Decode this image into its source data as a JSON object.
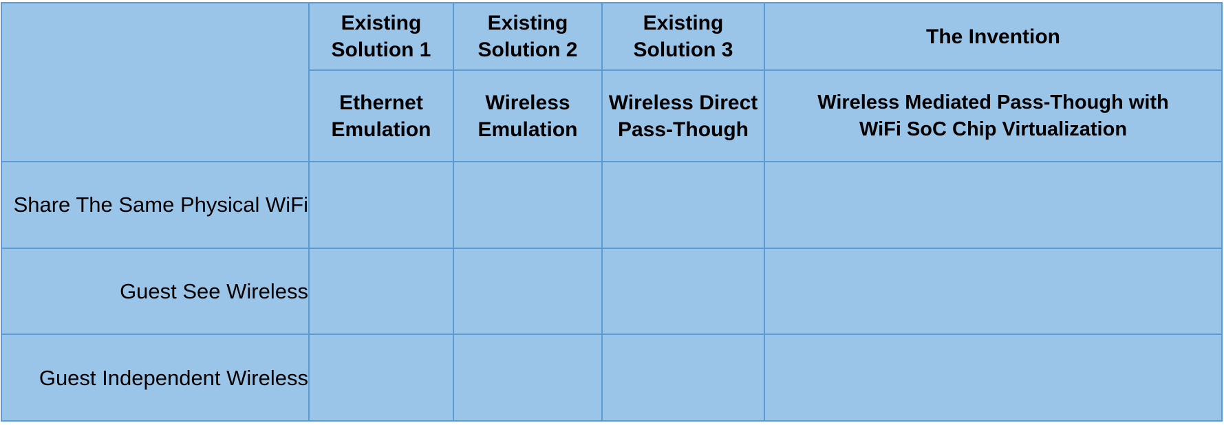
{
  "table": {
    "corner_label": "",
    "column_groups": [
      {
        "name": "Existing Solution 1",
        "subtitle": "Ethernet Emulation"
      },
      {
        "name": "Existing Solution 2",
        "subtitle": "Wireless Emulation"
      },
      {
        "name": "Existing Solution 3",
        "subtitle": "Wireless Direct Pass-Though"
      },
      {
        "name": "The Invention",
        "subtitle": "Wireless Mediated Pass-Though with\nWiFi SoC Chip Virtualization"
      }
    ],
    "rows": [
      {
        "label": "Share The Same Physical WiFi",
        "cells": [
          "",
          "",
          "",
          ""
        ]
      },
      {
        "label": "Guest See Wireless",
        "cells": [
          "",
          "",
          "",
          ""
        ]
      },
      {
        "label": "Guest Independent Wireless",
        "cells": [
          "",
          "",
          "",
          ""
        ]
      }
    ],
    "colors": {
      "header_background": "#9BC4E9",
      "row_label_background": "#9BC4E9",
      "data_cell_background": "#000000",
      "border": "#5B9BD5",
      "text": "#000000"
    }
  }
}
